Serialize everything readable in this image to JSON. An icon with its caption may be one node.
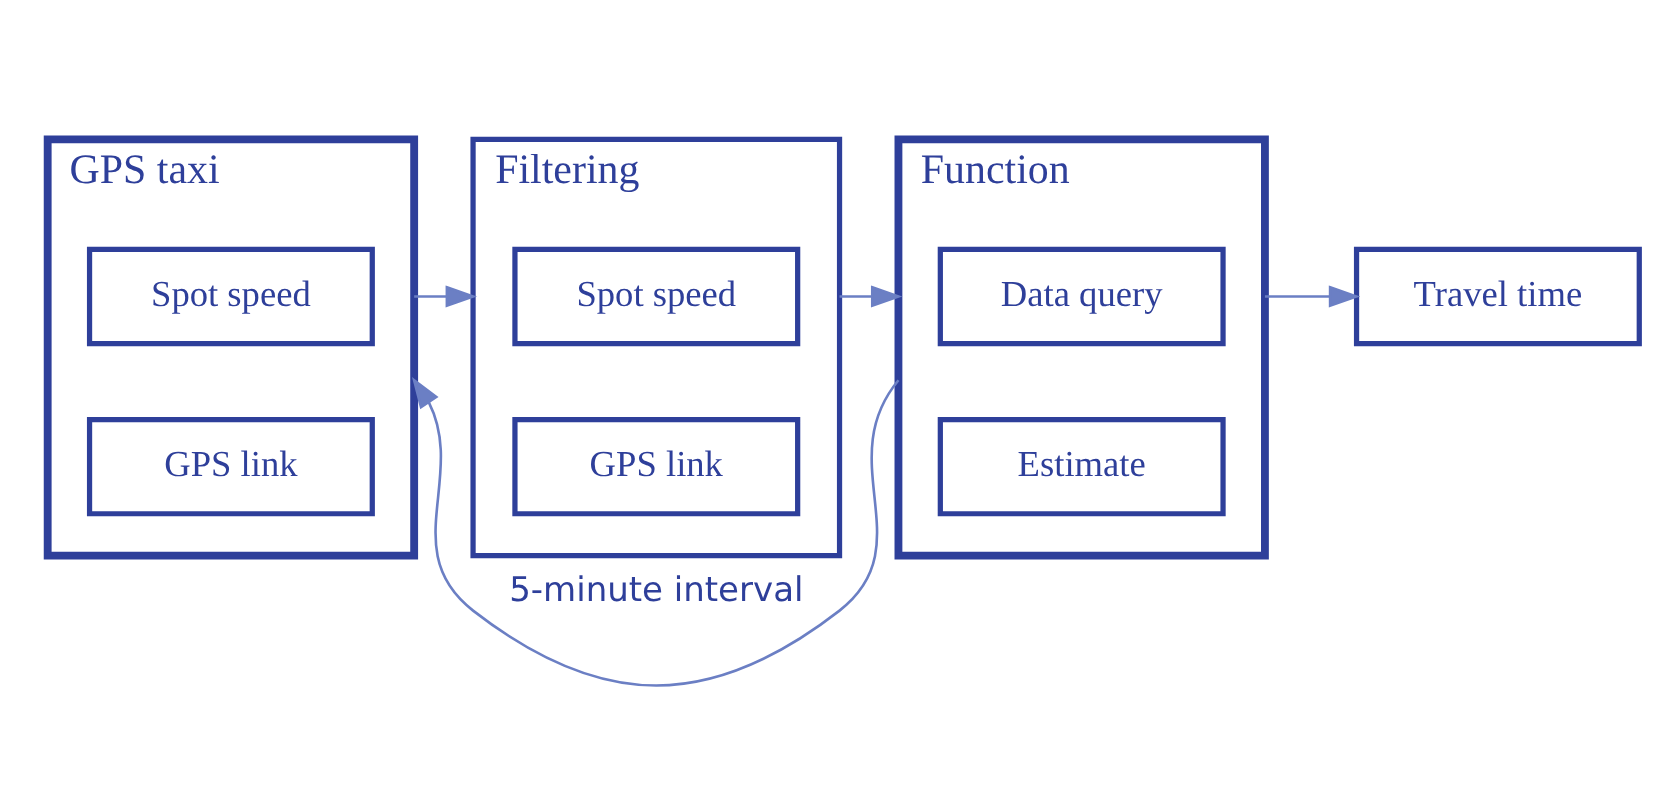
{
  "diagram": {
    "nodes": [
      {
        "text": [
          "GPS taxi"
        ]
      },
      {
        "text": [
          "Spot speed"
        ],
        "in": 0
      },
      {
        "text": [
          "GPS link"
        ],
        "in": 0
      },
      {
        "text": [
          "Filtering"
        ]
      },
      {
        "text": [
          "Spot speed"
        ],
        "in": 3
      },
      {
        "text": [
          "GPS link"
        ],
        "in": 3
      },
      {
        "text": [
          "Function"
        ]
      },
      {
        "text": [
          "Data query"
        ],
        "in": 6
      },
      {
        "text": [
          "Estimate"
        ],
        "in": 6
      },
      {
        "text": [
          "Travel time"
        ]
      }
    ],
    "edges": [
      {
        "from": 6,
        "to": 0,
        "arrow": "to",
        "label": "5-minute interval"
      },
      {
        "from": 0,
        "to": 3,
        "arrow": "to"
      },
      {
        "from": 3,
        "to": 6,
        "arrow": "to"
      },
      {
        "from": 6,
        "to": 9,
        "arrow": "to"
      }
    ]
  }
}
